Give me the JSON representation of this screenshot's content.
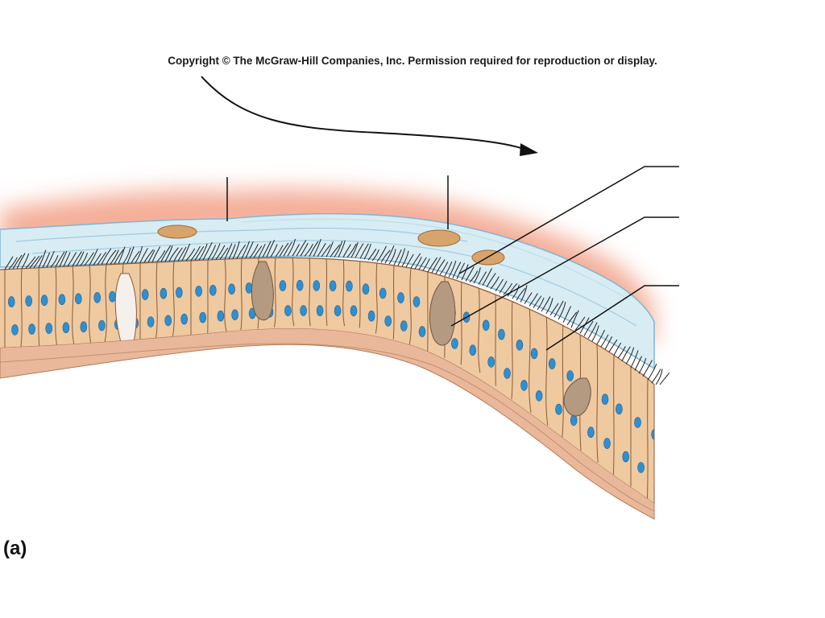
{
  "header": {
    "copyright": "Copyright © The McGraw-Hill Companies, Inc. Permission required for reproduction or display."
  },
  "figure": {
    "label": "(a)"
  },
  "colors": {
    "glow": "#f3a58d",
    "mucus": "#d8ecf3",
    "mucus_streak": "#9fcbe0",
    "cell": "#efc9a0",
    "cell_outline": "#8a5a3a",
    "nucleus": "#2f8fd0",
    "goblet": "#b49a80",
    "basement": "#e9b89a",
    "cilia": "#1e1e1e",
    "leader": "#111111"
  },
  "annotations": {
    "leader_lines": 5,
    "arrow_count": 1
  }
}
